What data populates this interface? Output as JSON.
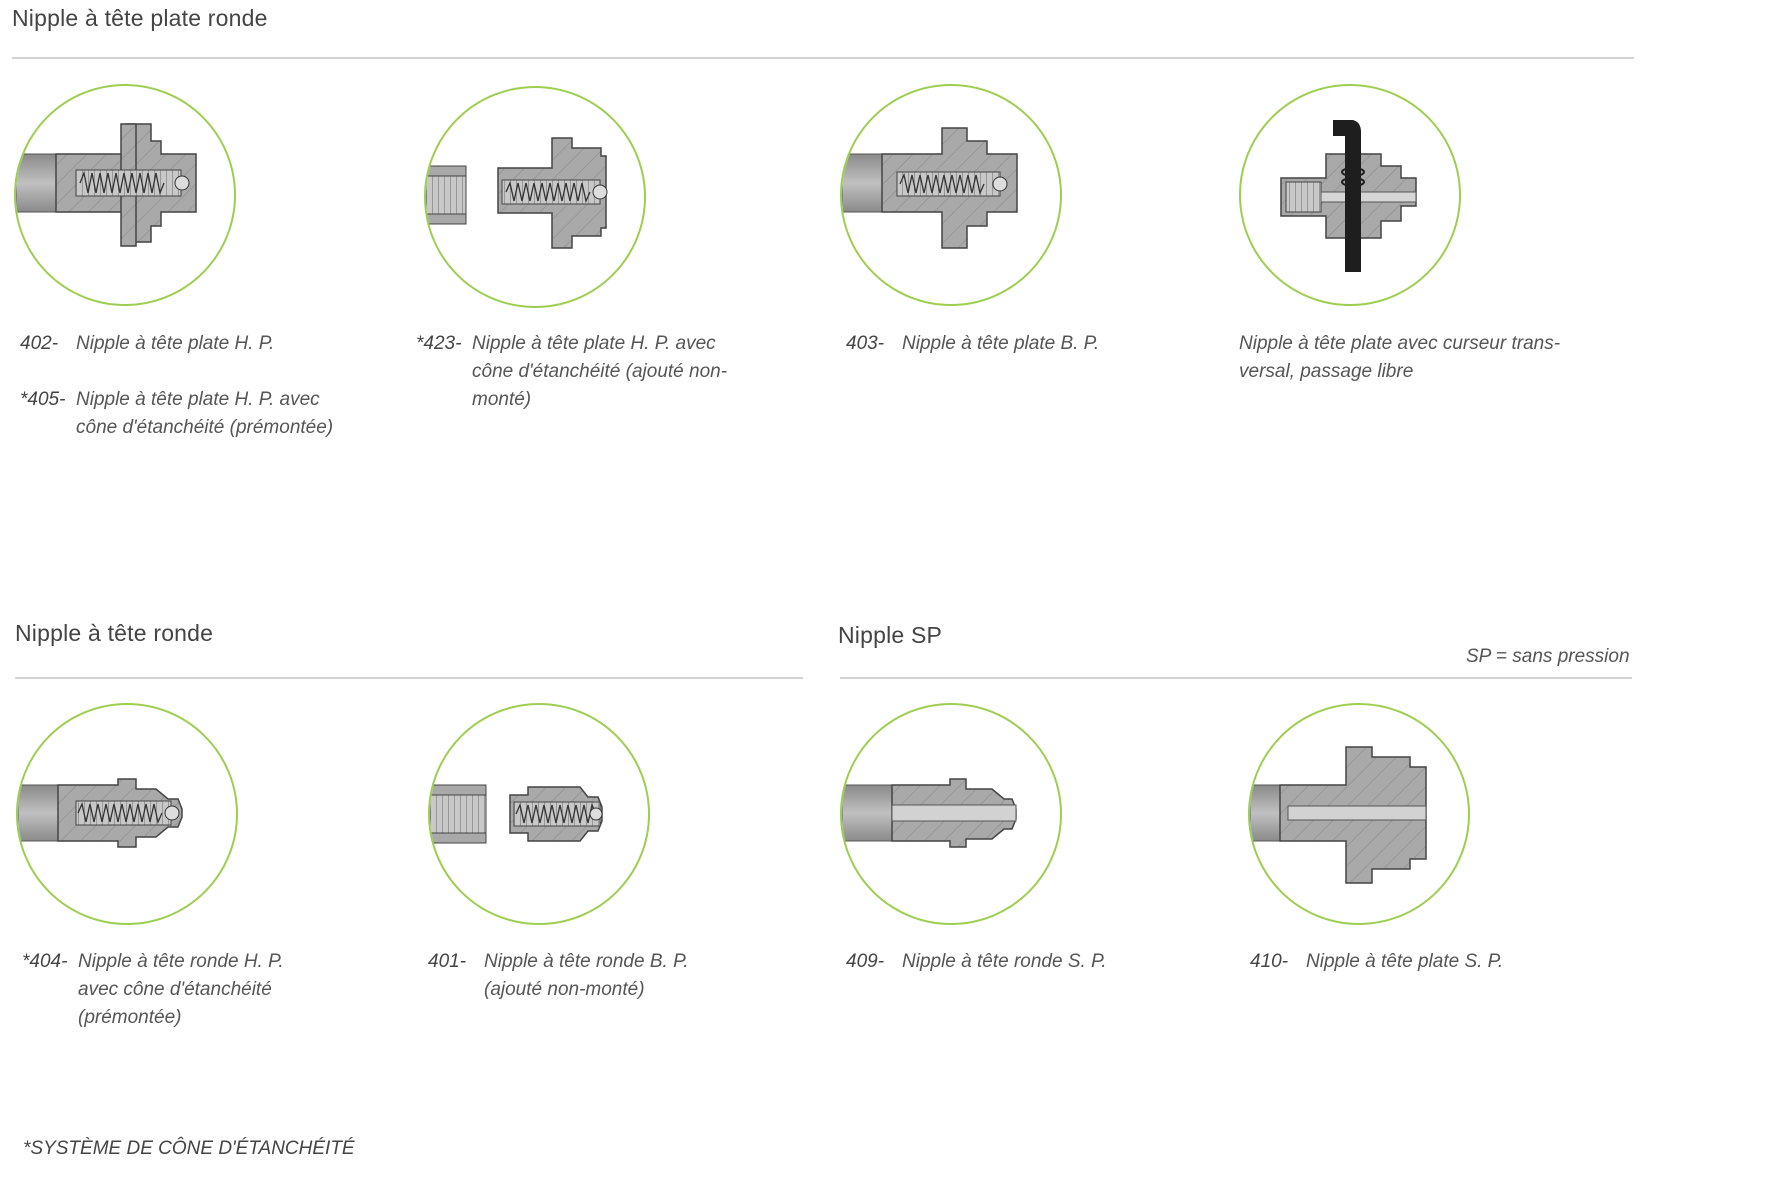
{
  "colors": {
    "ring": "#9dce52",
    "rule": "#d4d4d4",
    "metal": "#a9a9a9",
    "dark_metal": "#6f6f6f",
    "text": "#555555"
  },
  "sections": {
    "flat": {
      "title": "Nipple à tête plate ronde"
    },
    "round": {
      "title": "Nipple à tête ronde"
    },
    "sp": {
      "title": "Nipple SP",
      "note": "SP = sans pression"
    }
  },
  "items": {
    "i402": {
      "icon": "flat-head-nipple-hp-icon",
      "entries": [
        {
          "code": "402-",
          "lines": [
            "Nipple à tête plate H. P."
          ]
        },
        {
          "code": "*405-",
          "lines": [
            "Nipple à tête plate H. P. avec",
            "cône d'étanchéité (prémontée)"
          ]
        }
      ]
    },
    "i423": {
      "icon": "flat-head-nipple-separate-cone-icon",
      "entries": [
        {
          "code": "*423-",
          "lines": [
            "Nipple à tête plate H. P. avec",
            "cône d'étanchéité (ajouté non-",
            "monté)"
          ]
        }
      ]
    },
    "i403": {
      "icon": "flat-head-nipple-bp-icon",
      "entries": [
        {
          "code": "403-",
          "lines": [
            "Nipple à tête plate B. P."
          ]
        }
      ]
    },
    "icursor": {
      "icon": "flat-head-nipple-transverse-slider-icon",
      "lines": [
        "Nipple à tête plate avec curseur trans-",
        "versal, passage libre"
      ]
    },
    "i404": {
      "icon": "round-head-nipple-hp-icon",
      "entries": [
        {
          "code": "*404-",
          "lines": [
            "Nipple à tête ronde H. P.",
            "avec cône d'étanchéité",
            "(prémontée)"
          ]
        }
      ]
    },
    "i401": {
      "icon": "round-head-nipple-bp-icon",
      "entries": [
        {
          "code": "401-",
          "lines": [
            "Nipple à tête ronde B. P.",
            "(ajouté non-monté)"
          ]
        }
      ]
    },
    "i409": {
      "icon": "round-head-nipple-sp-icon",
      "entries": [
        {
          "code": "409-",
          "lines": [
            "Nipple à tête ronde S. P."
          ]
        }
      ]
    },
    "i410": {
      "icon": "flat-head-nipple-sp-icon",
      "entries": [
        {
          "code": "410-",
          "lines": [
            "Nipple à tête plate S. P."
          ]
        }
      ]
    }
  },
  "footnote": "*SYSTÈME DE CÔNE D'ÉTANCHÉITÉ"
}
